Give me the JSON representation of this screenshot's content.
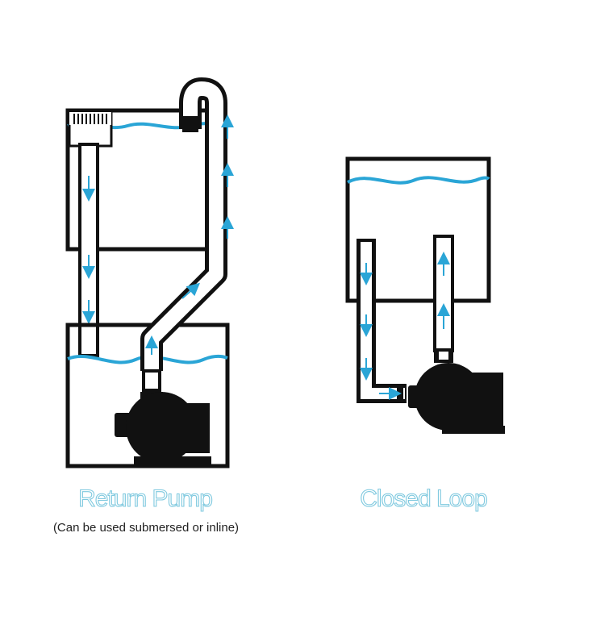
{
  "diagrams": [
    {
      "title": "Return Pump",
      "subtitle": "(Can be used submersed or inline)"
    },
    {
      "title": "Closed Loop",
      "subtitle": ""
    }
  ],
  "colors": {
    "water": "#2aa5d6",
    "outline": "#111111",
    "title": "#7fc9df"
  },
  "icons": [
    "pump-icon",
    "flow-arrow-icon",
    "overflow-comb-icon"
  ]
}
